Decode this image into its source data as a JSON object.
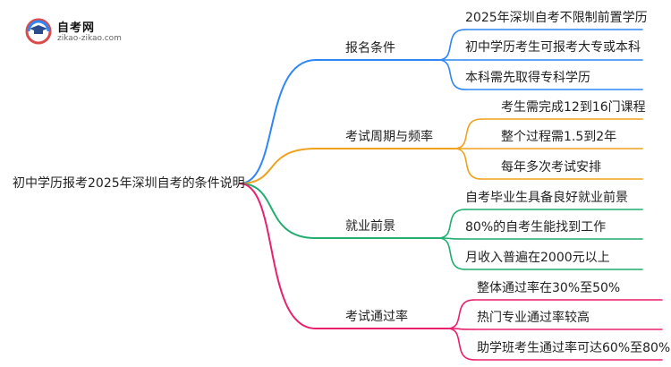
{
  "logo": {
    "title": "自考网",
    "url": "zikao-zikao.com"
  },
  "root": "初中学历报考2025年深圳自考的条件说明",
  "branches": [
    {
      "label": "报名条件",
      "color": "#2f86f6",
      "leaves": [
        "2025年深圳自考不限制前置学历",
        "初中学历考生可报考大专或本科",
        "本科需先取得专科学历"
      ]
    },
    {
      "label": "考试周期与频率",
      "color": "#f0a21c",
      "leaves": [
        "考生需完成12到16门课程",
        "整个过程需1.5到2年",
        "每年多次考试安排"
      ]
    },
    {
      "label": "就业前景",
      "color": "#1fae6e",
      "leaves": [
        "自考毕业生具备良好就业前景",
        "80%的自考生能找到工作",
        "月收入普遍在2000元以上"
      ]
    },
    {
      "label": "考试通过率",
      "color": "#ea1f6e",
      "leaves": [
        "整体通过率在30%至50%",
        "热门专业通过率较高",
        "助学班考生通过率可达60%至80%"
      ]
    }
  ]
}
